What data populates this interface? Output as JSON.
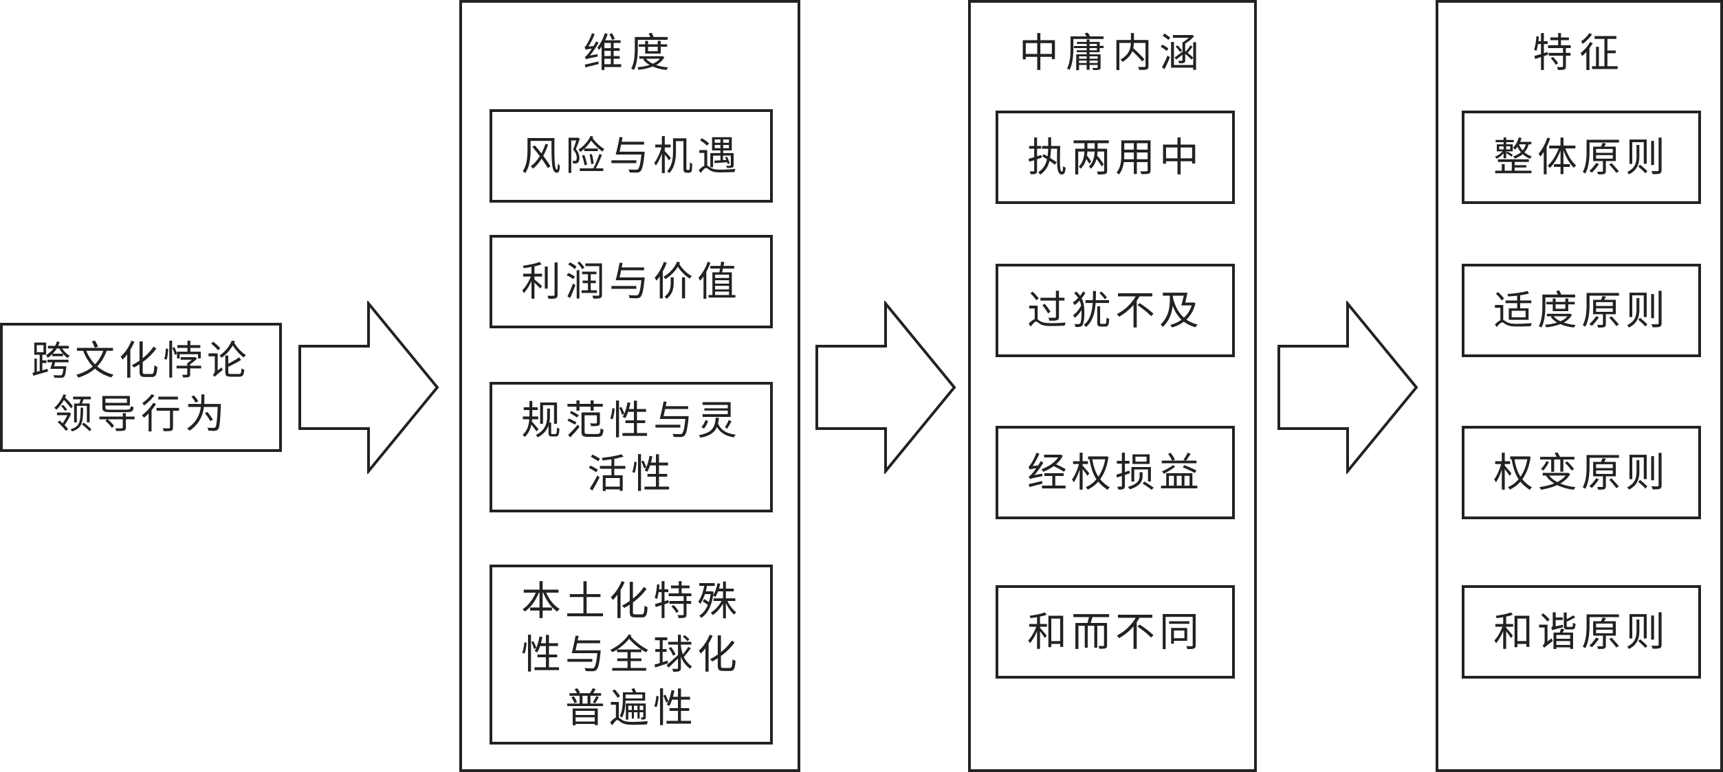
{
  "source": {
    "text": "跨文化悖论\n领导行为"
  },
  "columns": [
    {
      "title": "维度",
      "items": [
        "风险与机遇",
        "利润与价值",
        "规范性与灵\n活性",
        "本土化特殊\n性与全球化\n普遍性"
      ]
    },
    {
      "title": "中庸内涵",
      "items": [
        "执两用中",
        "过犹不及",
        "经权损益",
        "和而不同"
      ]
    },
    {
      "title": "特征",
      "items": [
        "整体原则",
        "适度原则",
        "权变原则",
        "和谐原则"
      ]
    }
  ]
}
